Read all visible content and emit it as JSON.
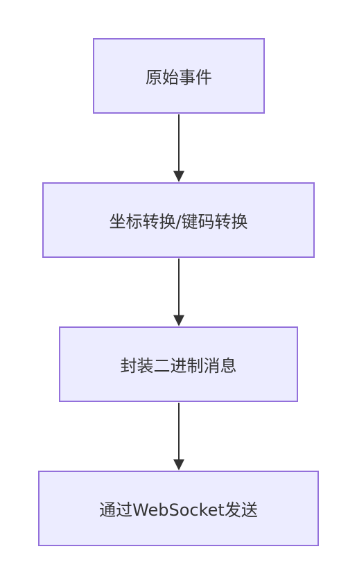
{
  "flowchart": {
    "nodes": [
      {
        "id": "n1",
        "label": "原始事件"
      },
      {
        "id": "n2",
        "label": "坐标转换/键码转换"
      },
      {
        "id": "n3",
        "label": "封装二进制消息"
      },
      {
        "id": "n4",
        "label": "通过WebSocket发送"
      }
    ],
    "edges": [
      {
        "from": "n1",
        "to": "n2"
      },
      {
        "from": "n2",
        "to": "n3"
      },
      {
        "from": "n3",
        "to": "n4"
      }
    ],
    "colors": {
      "node_fill": "#ECECFF",
      "node_border": "#9370DB",
      "edge": "#333333",
      "text": "#333333"
    }
  }
}
